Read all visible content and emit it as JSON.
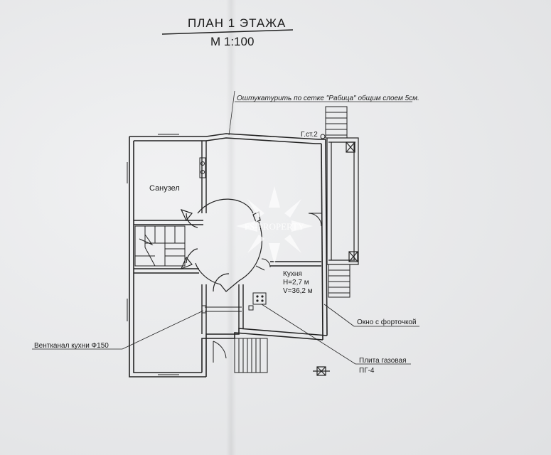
{
  "sheet": {
    "title": "ПЛАН 1 ЭТАЖА",
    "scale": "М 1:100"
  },
  "annotations": {
    "plaster_note": "Оштукатурить по сетке \"Рабица\" общим слоем 5см.",
    "gas_stand": "Г.ст.2",
    "vent_channel": "Вентканал кухни Ф150",
    "window_note": "Окно с форточкой",
    "stove_label": "Плита газовая",
    "stove_code": "ПГ-4"
  },
  "rooms": {
    "bathroom": "Санузел",
    "kitchen": {
      "name": "Кухня",
      "height": "H=2,7 м",
      "volume": "V=36,2 м"
    }
  },
  "watermark": "FS-PROPERTY"
}
